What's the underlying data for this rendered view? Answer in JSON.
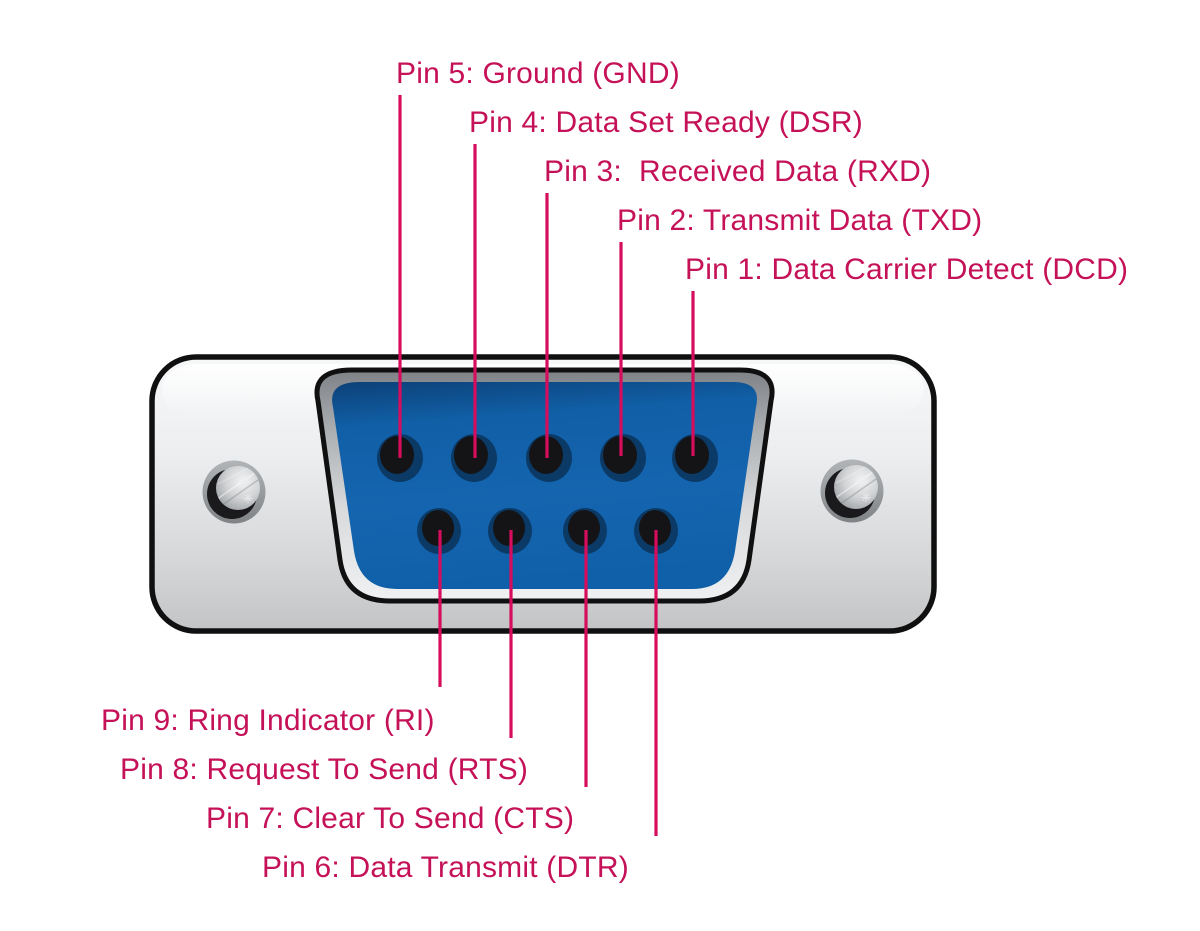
{
  "diagram": {
    "subject": "DB9 serial connector pinout (female, front view)",
    "pin_count": 9,
    "screw_count": 2
  },
  "colors": {
    "label_text": "#C51157",
    "leader_line": "#D60D5C",
    "connector_blue": "#1362AB",
    "hole_shadow_blue": "#0B3A66",
    "hole_black": "#141416",
    "body_silver_top": "#F6F7F8",
    "body_silver_bottom": "#C3C5C7",
    "outline_black": "#101010"
  },
  "pin_labels": {
    "top": [
      {
        "pin": 5,
        "label": "Pin 5: Ground (GND)"
      },
      {
        "pin": 4,
        "label": "Pin 4: Data Set Ready (DSR)"
      },
      {
        "pin": 3,
        "label": "Pin 3:  Received Data (RXD)"
      },
      {
        "pin": 2,
        "label": "Pin 2: Transmit Data (TXD)"
      },
      {
        "pin": 1,
        "label": "Pin 1: Data Carrier Detect (DCD)"
      }
    ],
    "bottom": [
      {
        "pin": 9,
        "label": "Pin 9: Ring Indicator (RI)"
      },
      {
        "pin": 8,
        "label": "Pin 8: Request To Send (RTS)"
      },
      {
        "pin": 7,
        "label": "Pin 7: Clear To Send (CTS)"
      },
      {
        "pin": 6,
        "label": "Pin 6: Data Transmit (DTR)"
      }
    ]
  }
}
